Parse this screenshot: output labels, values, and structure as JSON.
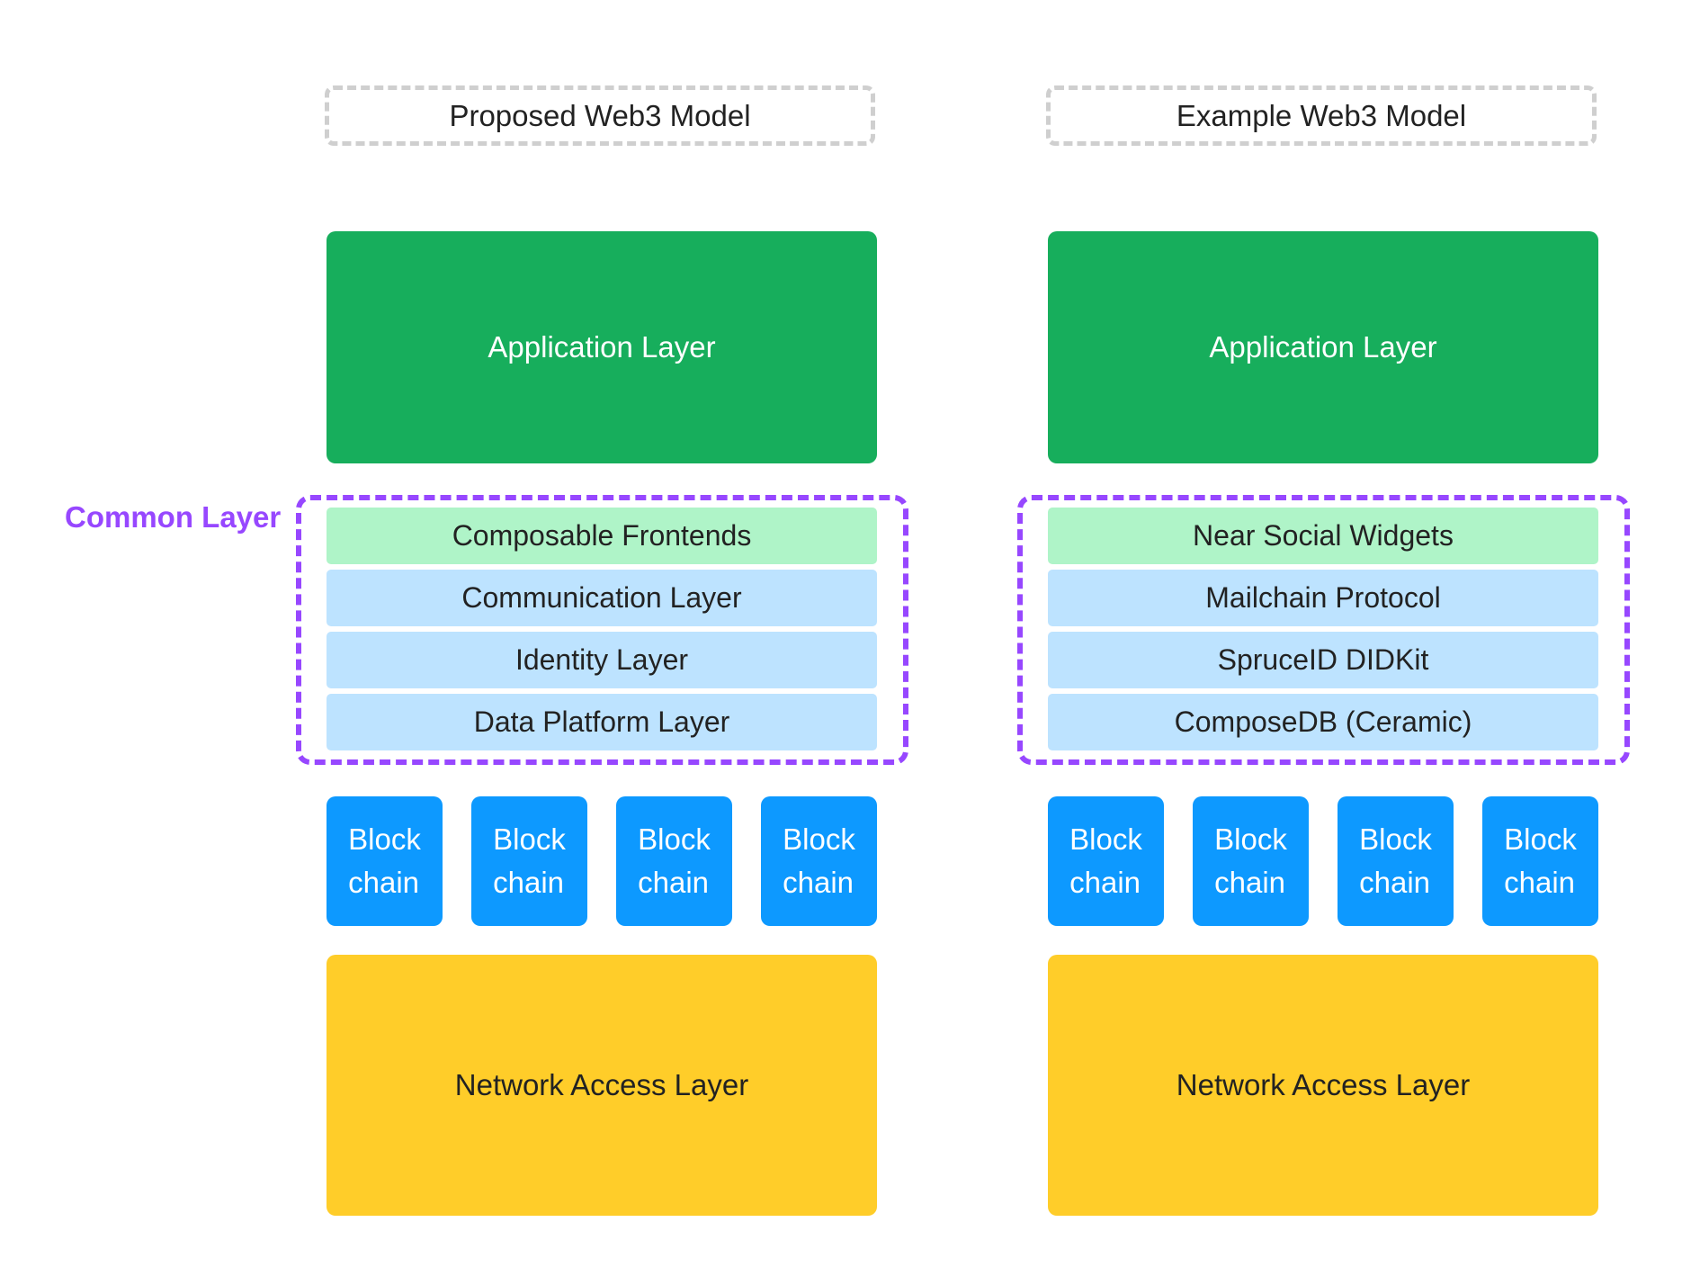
{
  "common_label": "Common Layer",
  "colors": {
    "application": "#17ae5c",
    "frontend_row": "#aff4c8",
    "stack_row": "#bde3ff",
    "blockchain": "#0d99ff",
    "network": "#ffcd29",
    "common_frame": "#9747ff",
    "header_border": "#cfcfcf"
  },
  "models": [
    {
      "title": "Proposed Web3 Model",
      "application": "Application Layer",
      "stack": [
        "Composable Frontends",
        "Communication Layer",
        "Identity Layer",
        "Data Platform Layer"
      ],
      "chains": [
        {
          "line1": "Block",
          "line2": "chain"
        },
        {
          "line1": "Block",
          "line2": "chain"
        },
        {
          "line1": "Block",
          "line2": "chain"
        },
        {
          "line1": "Block",
          "line2": "chain"
        }
      ],
      "network": "Network Access Layer"
    },
    {
      "title": "Example Web3 Model",
      "application": "Application Layer",
      "stack": [
        "Near Social Widgets",
        "Mailchain Protocol",
        "SpruceID DIDKit",
        "ComposeDB (Ceramic)"
      ],
      "chains": [
        {
          "line1": "Block",
          "line2": "chain"
        },
        {
          "line1": "Block",
          "line2": "chain"
        },
        {
          "line1": "Block",
          "line2": "chain"
        },
        {
          "line1": "Block",
          "line2": "chain"
        }
      ],
      "network": "Network Access Layer"
    }
  ]
}
